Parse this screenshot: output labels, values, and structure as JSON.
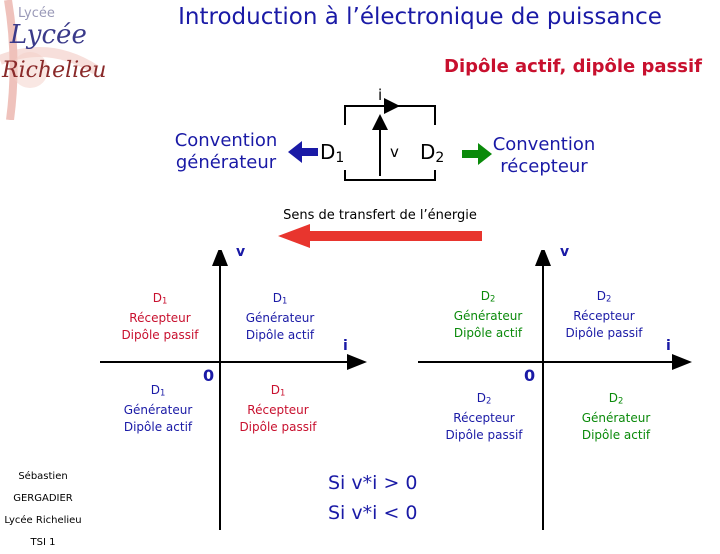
{
  "header": {
    "title": "Introduction à l’électronique de puissance",
    "subtitle": "Dipôle actif, dipôle passif"
  },
  "logo": {
    "line1": "Lycée",
    "line2": "Lycée",
    "line3": "Richelieu"
  },
  "circuit": {
    "current": "i",
    "voltage": "v",
    "d1": "D",
    "d1_sub": "1",
    "d2": "D",
    "d2_sub": "2",
    "conv_gen_1": "Convention",
    "conv_gen_2": "générateur",
    "conv_rec_1": "Convention",
    "conv_rec_2": "récepteur",
    "transfer": "Sens de transfert de l’énergie"
  },
  "graph_left": {
    "v": "v",
    "i": "i",
    "zero": "0",
    "q_tl": [
      "D",
      "1",
      "Récepteur",
      "Dipôle passif"
    ],
    "q_tr": [
      "D",
      "1",
      "Générateur",
      "Dipôle actif"
    ],
    "q_bl": [
      "D",
      "1",
      "Générateur",
      "Dipôle actif"
    ],
    "q_br": [
      "D",
      "1",
      "Récepteur",
      "Dipôle passif"
    ]
  },
  "graph_right": {
    "v": "v",
    "i": "i",
    "zero": "0",
    "q_tl": [
      "D",
      "2",
      "Générateur",
      "Dipôle actif"
    ],
    "q_tr": [
      "D",
      "2",
      "Récepteur",
      "Dipôle passif"
    ],
    "q_bl": [
      "D",
      "2",
      "Récepteur",
      "Dipôle passif"
    ],
    "q_br": [
      "D",
      "2",
      "Générateur",
      "Dipôle actif"
    ]
  },
  "formula": {
    "line1": "Si v*i > 0",
    "line2": "Si v*i < 0"
  },
  "author": {
    "first": "Sébastien",
    "last": "GERGADIER",
    "school": "Lycée Richelieu",
    "class": "TSI 1"
  },
  "colors": {
    "blue": "#1a1aa6",
    "red": "#c8102e",
    "green": "#0a8a0a"
  }
}
